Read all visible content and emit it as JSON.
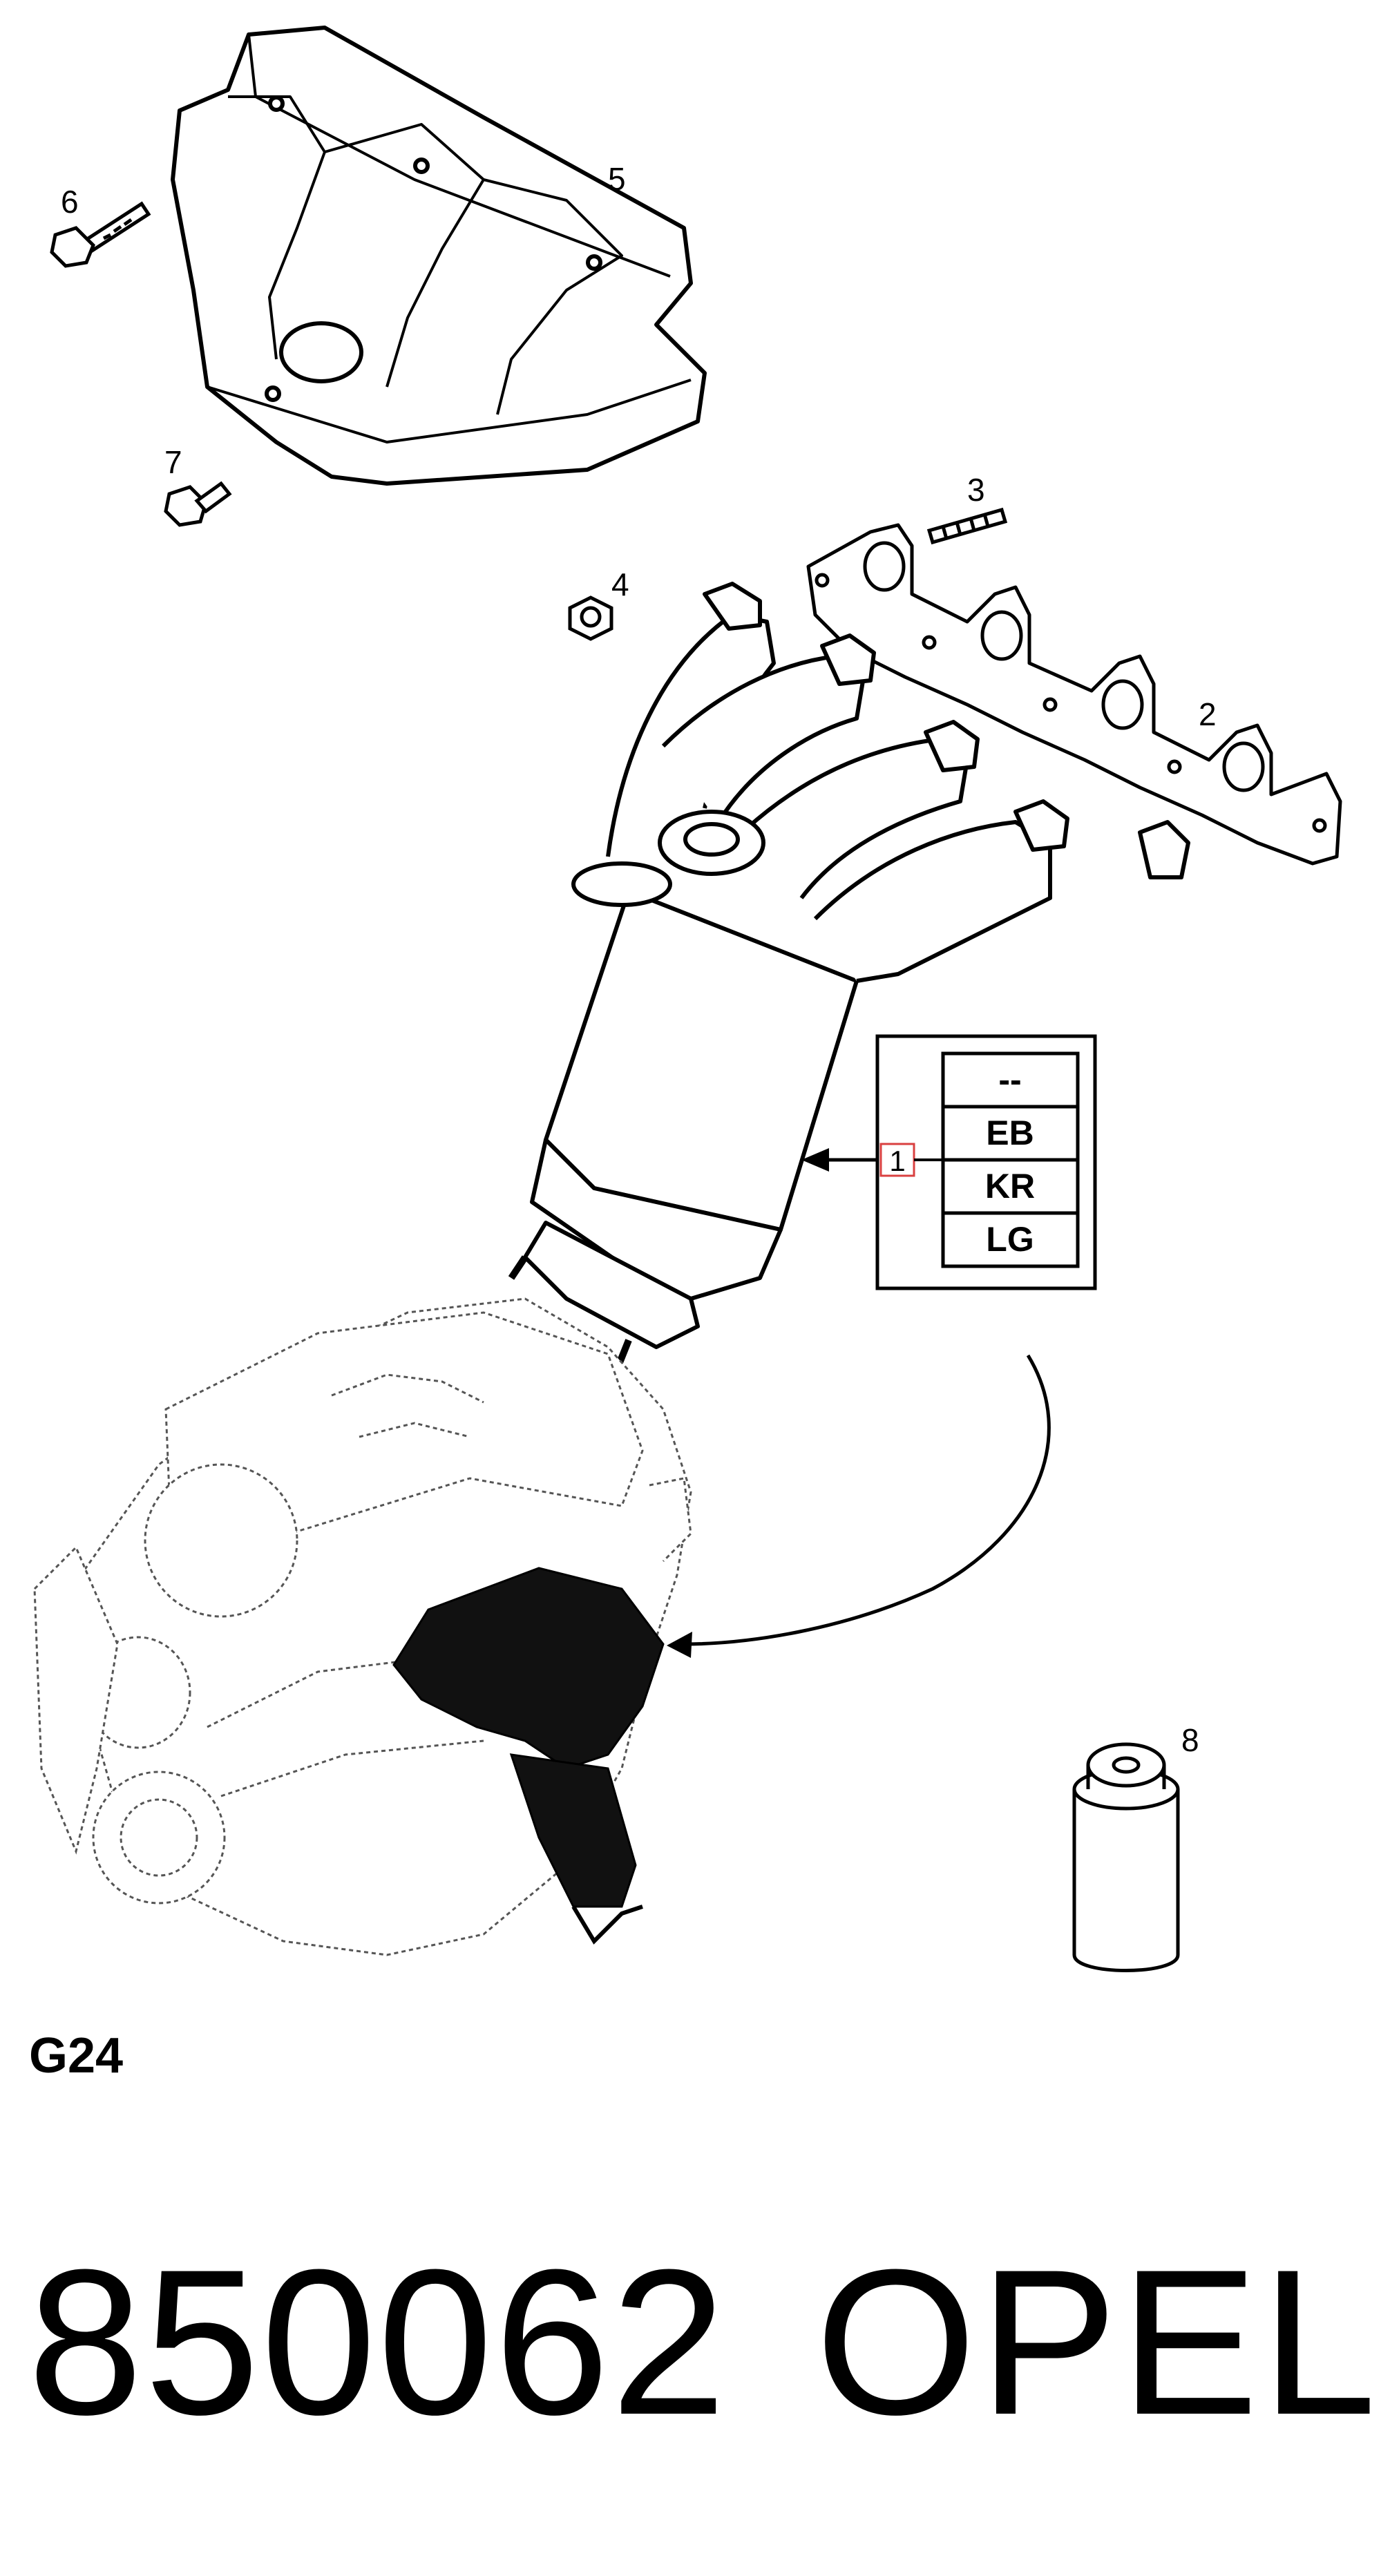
{
  "diagram": {
    "callouts": {
      "heat_shield": "5",
      "bolt_long": "6",
      "bolt_short": "7",
      "stud": "3",
      "nut": "4",
      "gasket": "2",
      "oil_filter": "8",
      "catalytic_manifold": "1"
    },
    "variant_table": {
      "rows": [
        "--",
        "EB",
        "KR",
        "LG"
      ]
    },
    "icons": [
      "heat-shield",
      "bolt",
      "stud",
      "nut",
      "gasket",
      "manifold-catalyst",
      "engine-block",
      "oil-filter",
      "arrow"
    ]
  },
  "footer": {
    "engine_code": "G24",
    "part_number": "850062",
    "brand": "OPEL"
  }
}
